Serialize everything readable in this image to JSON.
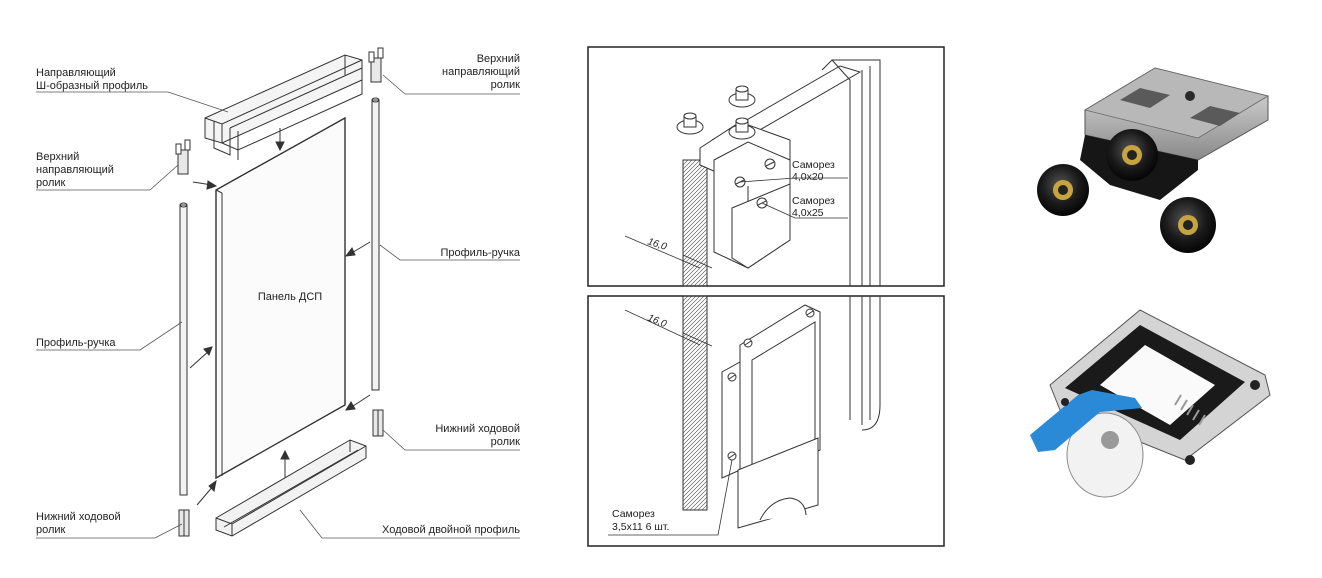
{
  "left_diagram": {
    "top_guide_profile": [
      "Направляющий",
      "Ш-образный профиль"
    ],
    "top_roller_right": [
      "Верхний",
      "направляющий",
      "ролик"
    ],
    "top_roller_left": [
      "Верхний",
      "направляющий",
      "ролик"
    ],
    "handle_profile_right": "Профиль-ручка",
    "panel": "Панель ДСП",
    "handle_profile_left": "Профиль-ручка",
    "bottom_roller_right": [
      "Нижний ходовой",
      "ролик"
    ],
    "bottom_roller_left": [
      "Нижний ходовой",
      "ролик"
    ],
    "double_running_profile": "Ходовой двойной профиль"
  },
  "top_detail": {
    "screw_1": [
      "Саморез",
      "4,0x20"
    ],
    "screw_2": [
      "Саморез",
      "4,0x25"
    ],
    "dimension": "16,0"
  },
  "bottom_detail": {
    "dimension": "16,0",
    "screw": [
      "Саморез",
      "3,5x11 6 шт."
    ]
  },
  "photos": {
    "top_photo": "upper-guide-roller-photo",
    "bottom_photo": "lower-running-roller-photo"
  },
  "colors": {
    "line": "#333333",
    "roller_black": "#111111",
    "steel": "#c9c9c9",
    "brass": "#c8a440",
    "clip_blue": "#2a8ad8"
  }
}
